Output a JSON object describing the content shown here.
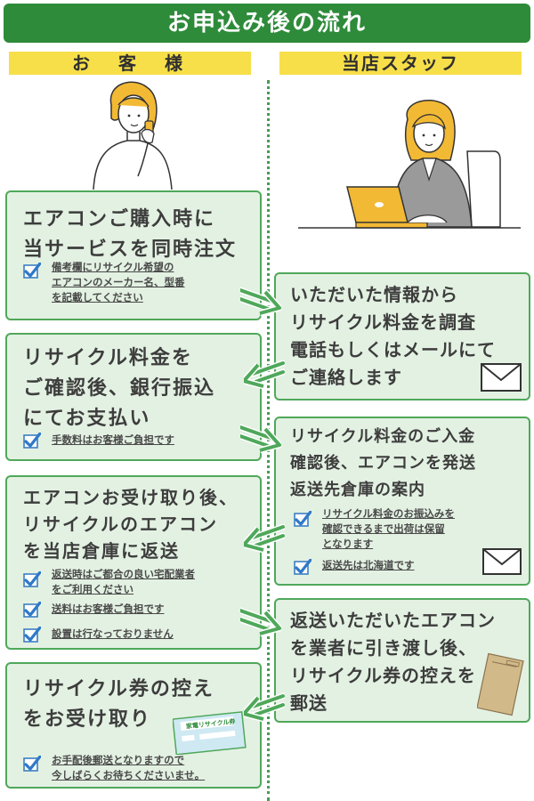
{
  "header": {
    "title": "お申込み後の流れ"
  },
  "columns": {
    "customer": "お　客　様",
    "staff": "当店スタッフ"
  },
  "customer_steps": [
    {
      "title": "エアコンご購入時に\n当サービスを同時注文",
      "notes": [
        "備考欄にリサイクル希望の\nエアコンのメーカー名、型番\nを記載してください"
      ]
    },
    {
      "title": "リサイクル料金を\nご確認後、銀行振込\nにてお支払い",
      "notes": [
        "手数料はお客様ご負担です"
      ]
    },
    {
      "title": "エアコンお受け取り後、\nリサイクルのエアコン\nを当店倉庫に返送",
      "notes": [
        "返送時はご都合の良い宅配業者\nをご利用ください",
        "送料はお客様ご負担です",
        "設置は行なっておりません"
      ]
    },
    {
      "title": "リサイクル券の控え\nをお受け取り",
      "notes": [
        "お手配後郵送となりますので\n今しばらくお待ちくださいませ。"
      ]
    }
  ],
  "staff_steps": [
    {
      "title": "いただいた情報から\nリサイクル料金を調査\n電話もしくはメールにて\nご連絡します"
    },
    {
      "title": "リサイクル料金のご入金\n確認後、エアコンを発送\n返送先倉庫の案内",
      "notes": [
        "リサイクル料金のお振込みを\n確認できるまで出荷は保留\nとなります",
        "返送先は北海道です"
      ]
    },
    {
      "title": "返送いただいたエアコン\nを業者に引き渡し後、\nリサイクル券の控えを\n郵送"
    }
  ],
  "ticket_label": "家電リサイクル券",
  "colors": {
    "banner": "#2e8b3a",
    "box_bg": "#e3f1e2",
    "box_border": "#4fa85a",
    "header_yellow": "#f7df4a",
    "check": "#3a7fc4"
  },
  "icons": [
    "woman-phone-illustration",
    "staff-laptop-illustration",
    "envelope-icon",
    "recycle-ticket-icon",
    "envelope-package-icon",
    "checkmark-icon",
    "double-arrow-icon"
  ]
}
